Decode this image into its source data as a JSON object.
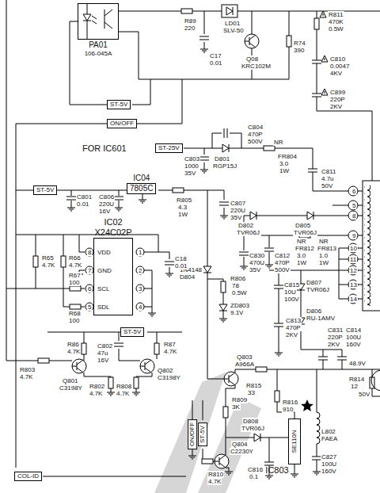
{
  "diagram": {
    "nodes": [
      {
        "text": [
          "PA01",
          "106-045A"
        ]
      },
      {
        "text": [
          "ST-5V"
        ]
      },
      {
        "text": [
          "ON/OFF"
        ]
      },
      {
        "text": [
          "ST-25V"
        ]
      },
      {
        "text": [
          "IC04",
          "7805C"
        ]
      },
      {
        "text": [
          "ST-5V"
        ]
      },
      {
        "text": [
          "IC02",
          "X24C02P"
        ]
      },
      {
        "text": [
          "ST-5V"
        ]
      },
      {
        "text": [
          "ON/OFF"
        ]
      },
      {
        "text": [
          "ST-5V"
        ]
      },
      {
        "text": [
          "SE110N",
          "IC803"
        ]
      },
      {
        "text": [
          "COL-ID"
        ]
      }
    ],
    "edges": [
      {
        "from": 5,
        "to": 4,
        "arrow": "none"
      },
      {
        "from": 1,
        "to": 0,
        "arrow": "none"
      }
    ],
    "labels": [
      "R89",
      "220",
      "LD01",
      "SLV-50",
      "C17",
      "0.01",
      "Q08",
      "KRC102M",
      "R74",
      "390",
      "R811",
      "470K",
      "0.5W",
      "C810",
      "0.0047",
      "4KV",
      "C899",
      "220P",
      "2KV",
      "FOR IC601",
      "C804",
      "470P",
      "500V",
      "D801",
      "RGP15J",
      "NR",
      "FR804",
      "3.0",
      "1W",
      "C803",
      "1000",
      "35V",
      "C801",
      "0.01",
      "C806",
      "220U",
      "16V",
      "R805",
      "4.3",
      "1W",
      "C807",
      "220U",
      "35V",
      "C811",
      "4.7u",
      "50V",
      "D802",
      "TVR06J",
      "D805",
      "TVR06J",
      "C830",
      "470U",
      "35V",
      "C812",
      "470P",
      "500V",
      "NR",
      "FR812",
      "3.0",
      "1W",
      "NR",
      "FR813",
      "1.0",
      "1W",
      "R806",
      "78",
      "0.5W",
      "ZD803",
      "9.1V",
      "C815",
      "10U",
      "100V",
      "D807",
      "TVR06J",
      "1N4148",
      "D804",
      "C813",
      "470P",
      "2KV",
      "D806",
      "RU-1AMV",
      "C831",
      "220P",
      "2KV",
      "C814",
      "100U",
      "160V",
      "48.9V",
      "R814",
      "12",
      "50V",
      "R65",
      "4.7K",
      "R66",
      "4.7K",
      "R67",
      "100",
      "R68",
      "100",
      "C18",
      "0.01",
      "VDD",
      "GND",
      "SCL",
      "SDL",
      "8",
      "7",
      "6",
      "5",
      "1",
      "2",
      "3",
      "4",
      "R86",
      "4.7K",
      "C802",
      "47u",
      "16V",
      "R87",
      "4.7K",
      "Q801",
      "C3198Y",
      "R802",
      "4.7K",
      "R808",
      "4.7K",
      "Q802",
      "C3198Y",
      "R803",
      "4.7K",
      "Q803",
      "A966A",
      "R815",
      "33",
      "R816",
      "910",
      "R809",
      "3K",
      "D808",
      "TVR06J",
      "Q804",
      "C2230Y",
      "R810",
      "4.7K",
      "C816",
      "0.1",
      "L802",
      "FAEA",
      "C827",
      "100U",
      "160V",
      "6",
      "5",
      "8",
      "9",
      "10",
      "11",
      "12",
      "13",
      "14"
    ]
  }
}
